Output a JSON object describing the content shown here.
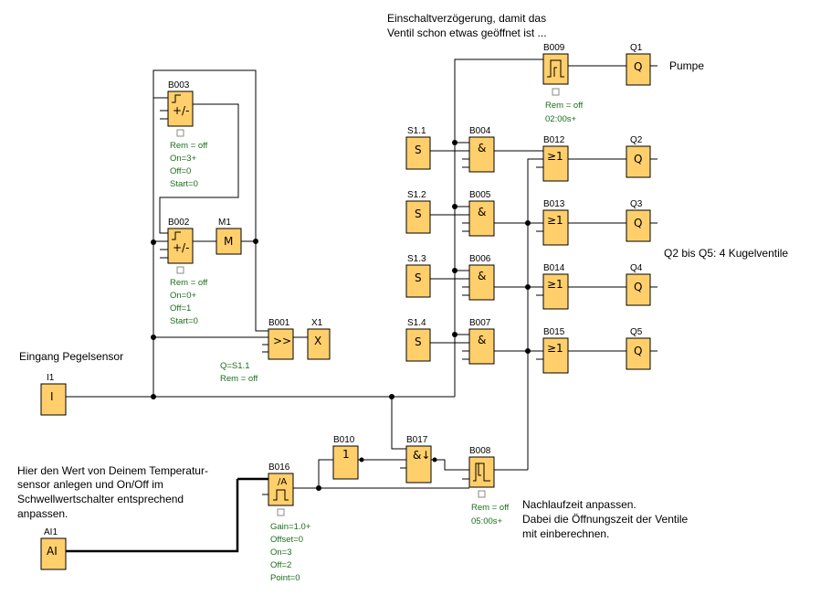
{
  "annotations": {
    "delay_note_1": "Einschaltverzögerung, damit das",
    "delay_note_2": "Ventil schon etwas geöffnet ist ...",
    "pumpe": "Pumpe",
    "ventile": "Q2 bis Q5: 4 Kugelventile",
    "eingang": "Eingang Pegelsensor",
    "temp_1": "Hier den Wert von Deinem Temperatur-",
    "temp_2": "sensor anlegen und On/Off im",
    "temp_3": "Schwellwertschalter entsprechend",
    "temp_4": "anpassen.",
    "nach_1": "Nachlaufzeit anpassen.",
    "nach_2": "Dabei die Öffnungszeit der Ventile",
    "nach_3": "mit einberechnen."
  },
  "blocks": {
    "B003": {
      "name": "B003",
      "symbol": "+/-",
      "params": [
        "Rem = off",
        "On=3+",
        "Off=0",
        "Start=0"
      ]
    },
    "B002": {
      "name": "B002",
      "symbol": "+/-",
      "params": [
        "Rem = off",
        "On=0+",
        "Off=1",
        "Start=0"
      ]
    },
    "M1": {
      "name": "M1",
      "symbol": "M"
    },
    "B001": {
      "name": "B001",
      "symbol": ">>",
      "params": [
        "Q=S1.1",
        "Rem = off"
      ]
    },
    "X1": {
      "name": "X1",
      "symbol": "X"
    },
    "I1": {
      "name": "I1",
      "symbol": "I"
    },
    "AI1": {
      "name": "AI1",
      "symbol": "AI"
    },
    "B016": {
      "name": "B016",
      "symbol": "/A",
      "params": [
        "Gain=1.0+",
        "Offset=0",
        "On=3",
        "Off=2",
        "Point=0"
      ]
    },
    "B010": {
      "name": "B010",
      "symbol": "1"
    },
    "B017": {
      "name": "B017",
      "symbol": "&↓"
    },
    "B008": {
      "name": "B008",
      "params": [
        "Rem = off",
        "05:00s+"
      ]
    },
    "B009": {
      "name": "B009",
      "params": [
        "Rem = off",
        "02:00s+"
      ]
    },
    "Q1": {
      "name": "Q1",
      "symbol": "Q"
    },
    "S1_1": {
      "name": "S1.1",
      "symbol": "S"
    },
    "S1_2": {
      "name": "S1.2",
      "symbol": "S"
    },
    "S1_3": {
      "name": "S1.3",
      "symbol": "S"
    },
    "S1_4": {
      "name": "S1.4",
      "symbol": "S"
    },
    "B004": {
      "name": "B004",
      "symbol": "&"
    },
    "B005": {
      "name": "B005",
      "symbol": "&"
    },
    "B006": {
      "name": "B006",
      "symbol": "&"
    },
    "B007": {
      "name": "B007",
      "symbol": "&"
    },
    "B012": {
      "name": "B012",
      "symbol": "≥1"
    },
    "B013": {
      "name": "B013",
      "symbol": "≥1"
    },
    "B014": {
      "name": "B014",
      "symbol": "≥1"
    },
    "B015": {
      "name": "B015",
      "symbol": "≥1"
    },
    "Q2": {
      "name": "Q2",
      "symbol": "Q"
    },
    "Q3": {
      "name": "Q3",
      "symbol": "Q"
    },
    "Q4": {
      "name": "Q4",
      "symbol": "Q"
    },
    "Q5": {
      "name": "Q5",
      "symbol": "Q"
    }
  },
  "colors": {
    "block_fill": "#ffcf6b",
    "param_text": "#1a6e1a",
    "wire": "#000000"
  }
}
